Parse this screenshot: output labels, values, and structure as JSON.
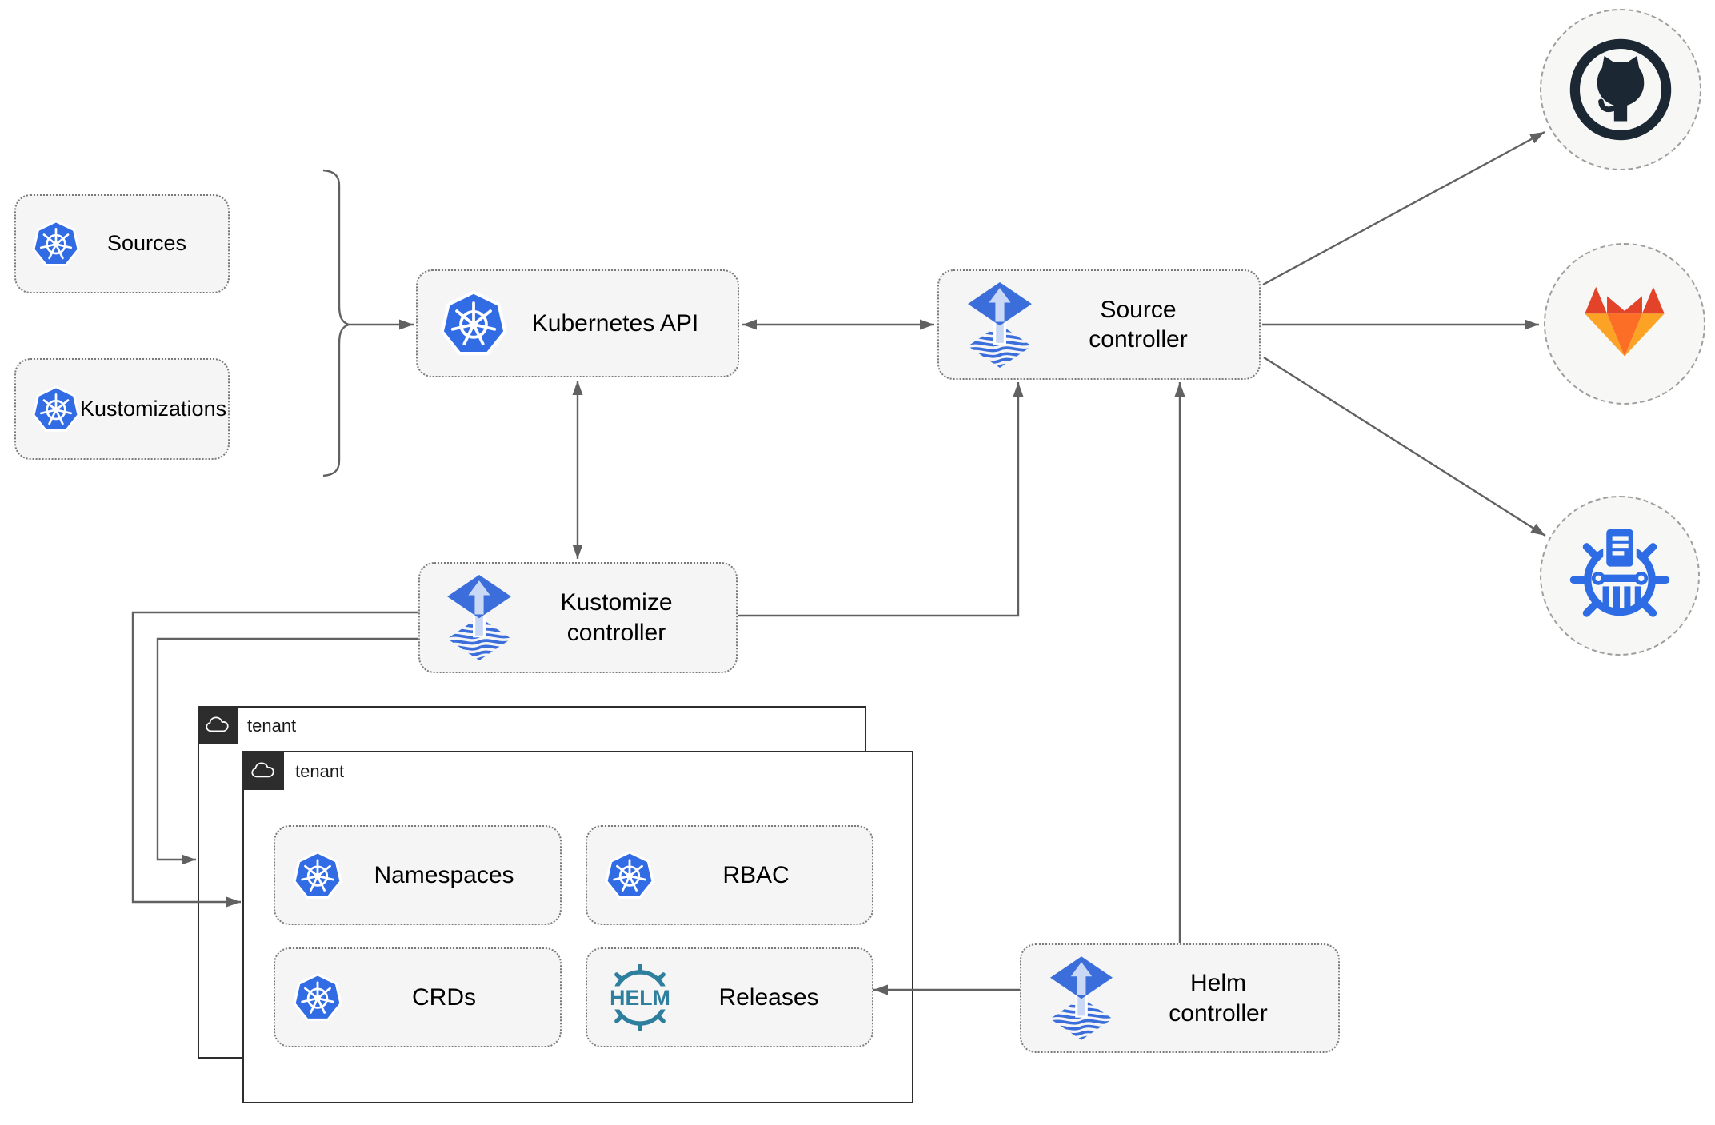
{
  "title": "Flux GitOps multi-tenant architecture diagram",
  "colors": {
    "kubernetes_blue": "#326ce5",
    "flux_blue": "#3b6edb",
    "flux_arrow_light": "#c9d8f5",
    "helm_teal": "#2e7f9e",
    "github_dark": "#1b2733",
    "gitlab_dark_orange": "#e24329",
    "gitlab_orange": "#fc6d26",
    "gitlab_light_orange": "#fca326",
    "harbor_blue": "#2e6ce6",
    "connector": "#616161",
    "node_fill": "#f5f5f5",
    "node_border": "#7a7a7a",
    "tenant_border": "#2d2d2d",
    "circle_fill": "#f7f8f6",
    "circle_border": "#9e9e9e"
  },
  "icons": {
    "kubernetes": "kubernetes-heptagon-wheel",
    "flux": "flux-diamond-arrow",
    "helm": "helm-wheel-wordmark",
    "cloud": "cloud-outline",
    "github": "github-octocat-circle",
    "gitlab": "gitlab-tanuki-fox",
    "harbor": "harbor-registry-helm"
  },
  "nodes": {
    "sources": {
      "label": "Sources",
      "icon": "kubernetes-icon"
    },
    "kustomizations": {
      "label": "Kustomizations",
      "icon": "kubernetes-icon"
    },
    "kubernetes_api": {
      "label": "Kubernetes API",
      "icon": "kubernetes-icon"
    },
    "source_controller": {
      "line1": "Source",
      "line2": "controller",
      "icon": "flux-icon"
    },
    "kustomize_controller": {
      "line1": "Kustomize",
      "line2": "controller",
      "icon": "flux-icon"
    },
    "helm_controller": {
      "line1": "Helm",
      "line2": "controller",
      "icon": "flux-icon"
    },
    "namespaces": {
      "label": "Namespaces",
      "icon": "kubernetes-icon"
    },
    "rbac": {
      "label": "RBAC",
      "icon": "kubernetes-icon"
    },
    "crds": {
      "label": "CRDs",
      "icon": "kubernetes-icon"
    },
    "releases": {
      "label": "Releases",
      "icon": "helm-icon",
      "icon_text": "HELM"
    }
  },
  "groups": {
    "tenant_back": {
      "label": "tenant",
      "icon": "cloud-icon"
    },
    "tenant_front": {
      "label": "tenant",
      "icon": "cloud-icon"
    }
  },
  "endpoints": {
    "github": {
      "icon": "github-icon"
    },
    "gitlab": {
      "icon": "gitlab-icon"
    },
    "harbor": {
      "icon": "harbor-registry-icon"
    }
  }
}
